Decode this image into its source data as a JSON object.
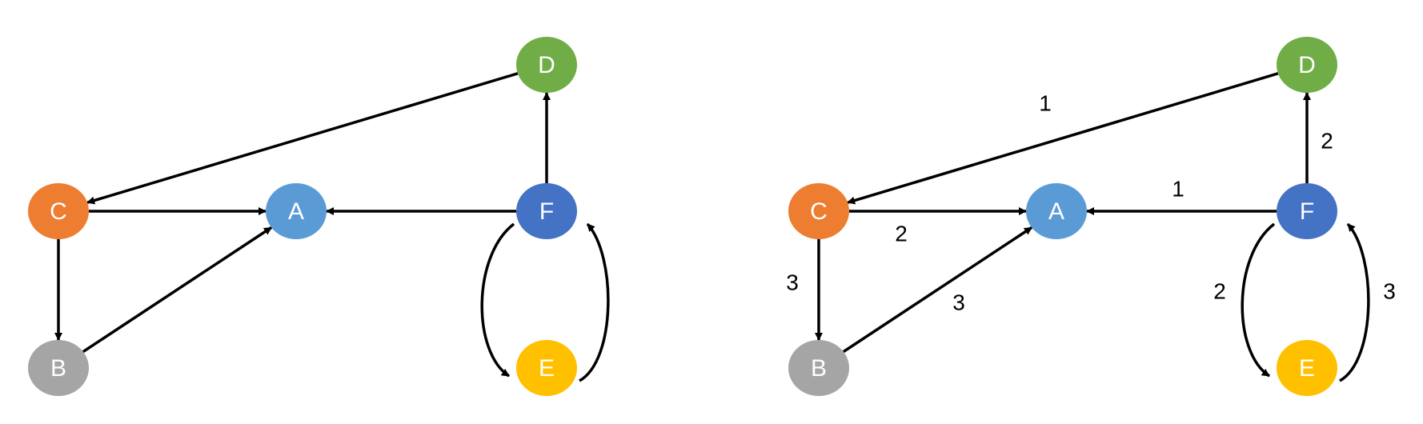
{
  "diagrams": [
    {
      "id": "left",
      "nodes": [
        {
          "id": "D",
          "label": "D",
          "color": "#70ad47"
        },
        {
          "id": "C",
          "label": "C",
          "color": "#ed7d31"
        },
        {
          "id": "A",
          "label": "A",
          "color": "#5b9bd5"
        },
        {
          "id": "F",
          "label": "F",
          "color": "#4472c4"
        },
        {
          "id": "B",
          "label": "B",
          "color": "#a5a5a5"
        },
        {
          "id": "E",
          "label": "E",
          "color": "#ffc000"
        }
      ],
      "edges": [
        {
          "from": "D",
          "to": "C",
          "label": ""
        },
        {
          "from": "C",
          "to": "A",
          "label": ""
        },
        {
          "from": "F",
          "to": "A",
          "label": ""
        },
        {
          "from": "F",
          "to": "D",
          "label": ""
        },
        {
          "from": "C",
          "to": "B",
          "label": ""
        },
        {
          "from": "B",
          "to": "A",
          "label": ""
        },
        {
          "from": "F",
          "to": "E",
          "label": ""
        },
        {
          "from": "E",
          "to": "F",
          "label": ""
        }
      ]
    },
    {
      "id": "right",
      "nodes": [
        {
          "id": "D",
          "label": "D",
          "color": "#70ad47"
        },
        {
          "id": "C",
          "label": "C",
          "color": "#ed7d31"
        },
        {
          "id": "A",
          "label": "A",
          "color": "#5b9bd5"
        },
        {
          "id": "F",
          "label": "F",
          "color": "#4472c4"
        },
        {
          "id": "B",
          "label": "B",
          "color": "#a5a5a5"
        },
        {
          "id": "E",
          "label": "E",
          "color": "#ffc000"
        }
      ],
      "edges": [
        {
          "from": "D",
          "to": "C",
          "label": "1"
        },
        {
          "from": "C",
          "to": "A",
          "label": "2"
        },
        {
          "from": "F",
          "to": "A",
          "label": "1"
        },
        {
          "from": "F",
          "to": "D",
          "label": "2"
        },
        {
          "from": "C",
          "to": "B",
          "label": "3"
        },
        {
          "from": "B",
          "to": "A",
          "label": "3"
        },
        {
          "from": "F",
          "to": "E",
          "label": "2"
        },
        {
          "from": "E",
          "to": "F",
          "label": "3"
        }
      ]
    }
  ]
}
